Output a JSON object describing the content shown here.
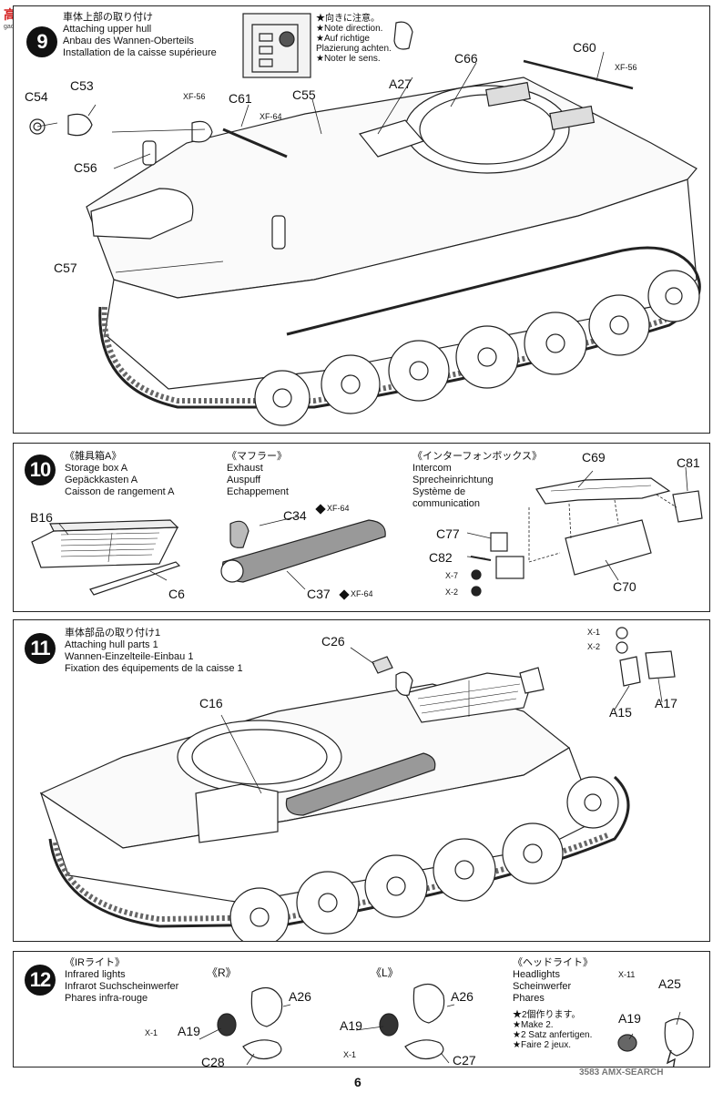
{
  "watermark": {
    "logo": "高玩网",
    "site": "gaowanwang.com",
    "bottom": "3583 AMX-SEARCH"
  },
  "page_number": "6",
  "step9": {
    "number": "9",
    "title": [
      "車体上部の取り付け",
      "Attaching upper hull",
      "Anbau des Wannen-Oberteils",
      "Installation de la caisse supérieure"
    ],
    "note": [
      "★向きに注意。",
      "★Note direction.",
      "★Auf richtige",
      "Plazierung achten.",
      "★Noter le sens."
    ],
    "labels": {
      "c54": "C54",
      "c53": "C53",
      "c56": "C56",
      "c57": "C57",
      "c61": "C61",
      "c55": "C55",
      "a27": "A27",
      "c66": "C66",
      "c60": "C60"
    },
    "paints": {
      "p1": "XF-56",
      "p2": "XF-64",
      "p3": "XF-56"
    }
  },
  "step10": {
    "number": "10",
    "col1": [
      "《雑具箱A》",
      "Storage box A",
      "Gepäckkasten A",
      "Caisson de rangement A"
    ],
    "col2": [
      "《マフラー》",
      "Exhaust",
      "Auspuff",
      "Echappement"
    ],
    "col3": [
      "《インターフォンボックス》",
      "Intercom",
      "Sprecheinrichtung",
      "Système de",
      "communication"
    ],
    "labels": {
      "b16": "B16",
      "c6": "C6",
      "c34": "C34",
      "c37": "C37",
      "c69": "C69",
      "c81": "C81",
      "c77": "C77",
      "c82": "C82",
      "c70": "C70"
    },
    "paints": {
      "p1": "XF-64",
      "p2": "XF-64",
      "p3": "X-7",
      "p4": "X-2"
    }
  },
  "step11": {
    "number": "11",
    "title": [
      "車体部品の取り付け1",
      "Attaching hull parts 1",
      "Wannen-Einzelteile-Einbau 1",
      "Fixation des équipements de la caisse 1"
    ],
    "labels": {
      "c26": "C26",
      "c16": "C16",
      "a15": "A15",
      "a17": "A17"
    },
    "paints": {
      "p1": "X-1",
      "p2": "X-2"
    }
  },
  "step12": {
    "number": "12",
    "col1": [
      "《IRライト》",
      "Infrared lights",
      "Infrarot Suchscheinwerfer",
      "Phares infra-rouge"
    ],
    "right_tag": "《R》",
    "left_tag": "《L》",
    "col3": [
      "《ヘッドライト》",
      "Headlights",
      "Scheinwerfer",
      "Phares"
    ],
    "note": [
      "★2個作ります。",
      "★Make 2.",
      "★2 Satz anfertigen.",
      "★Faire 2 jeux."
    ],
    "labels": {
      "a26r": "A26",
      "a19r": "A19",
      "c28": "C28",
      "a26l": "A26",
      "a19l": "A19",
      "c27": "C27",
      "a25": "A25",
      "a19h": "A19"
    },
    "paints": {
      "p1": "X-1",
      "p2": "X-1",
      "p3": "X-11"
    }
  }
}
